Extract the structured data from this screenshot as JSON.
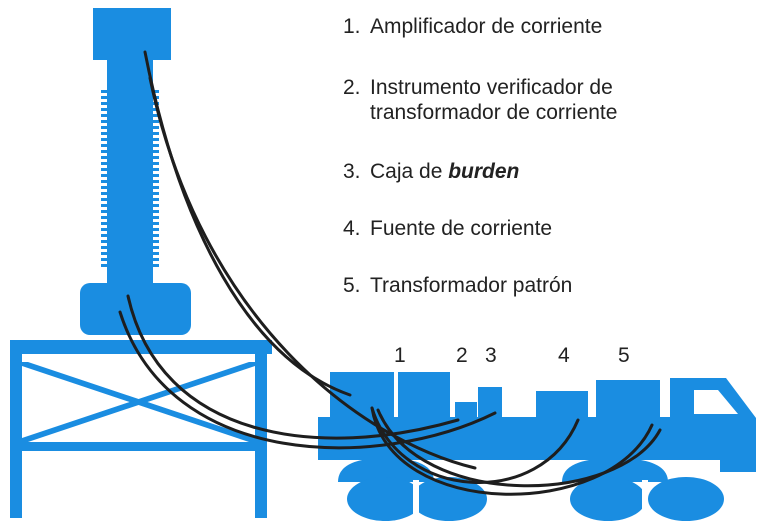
{
  "legend": {
    "items": [
      {
        "number": "1.",
        "text": "Amplificador de corriente"
      },
      {
        "number": "2.",
        "line1": "Instrumento verificador de",
        "line2": "transformador de corriente"
      },
      {
        "number": "3.",
        "prefix": "Caja de ",
        "emphasis": "burden"
      },
      {
        "number": "4.",
        "text": "Fuente de corriente"
      },
      {
        "number": "5.",
        "text": "Transformador patrón"
      }
    ]
  },
  "component_labels": [
    "1",
    "2",
    "3",
    "4",
    "5"
  ],
  "colors": {
    "equipment": "#1a8de1",
    "cable": "#1e1e1e",
    "text": "#222222",
    "background": "#ffffff"
  }
}
